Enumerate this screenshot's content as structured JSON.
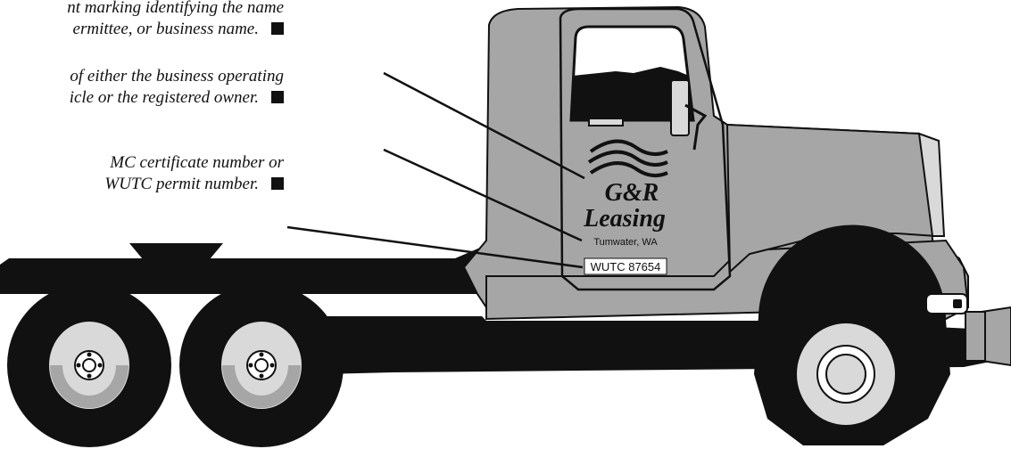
{
  "captions": [
    {
      "line1": "nt marking identifying the name",
      "line2": "ermittee, or business name."
    },
    {
      "line1": "of either the business operating",
      "line2": "icle or the registered owner."
    },
    {
      "line1": "MC certificate number or",
      "line2": "WUTC permit number."
    }
  ],
  "door": {
    "company_line1": "G&R",
    "company_line2": "Leasing",
    "city": "Tumwater, WA",
    "permit": "WUTC 87654"
  },
  "colors": {
    "body_gray": "#a6a6a6",
    "dark": "#111111",
    "light_gray": "#d9d9d9"
  }
}
